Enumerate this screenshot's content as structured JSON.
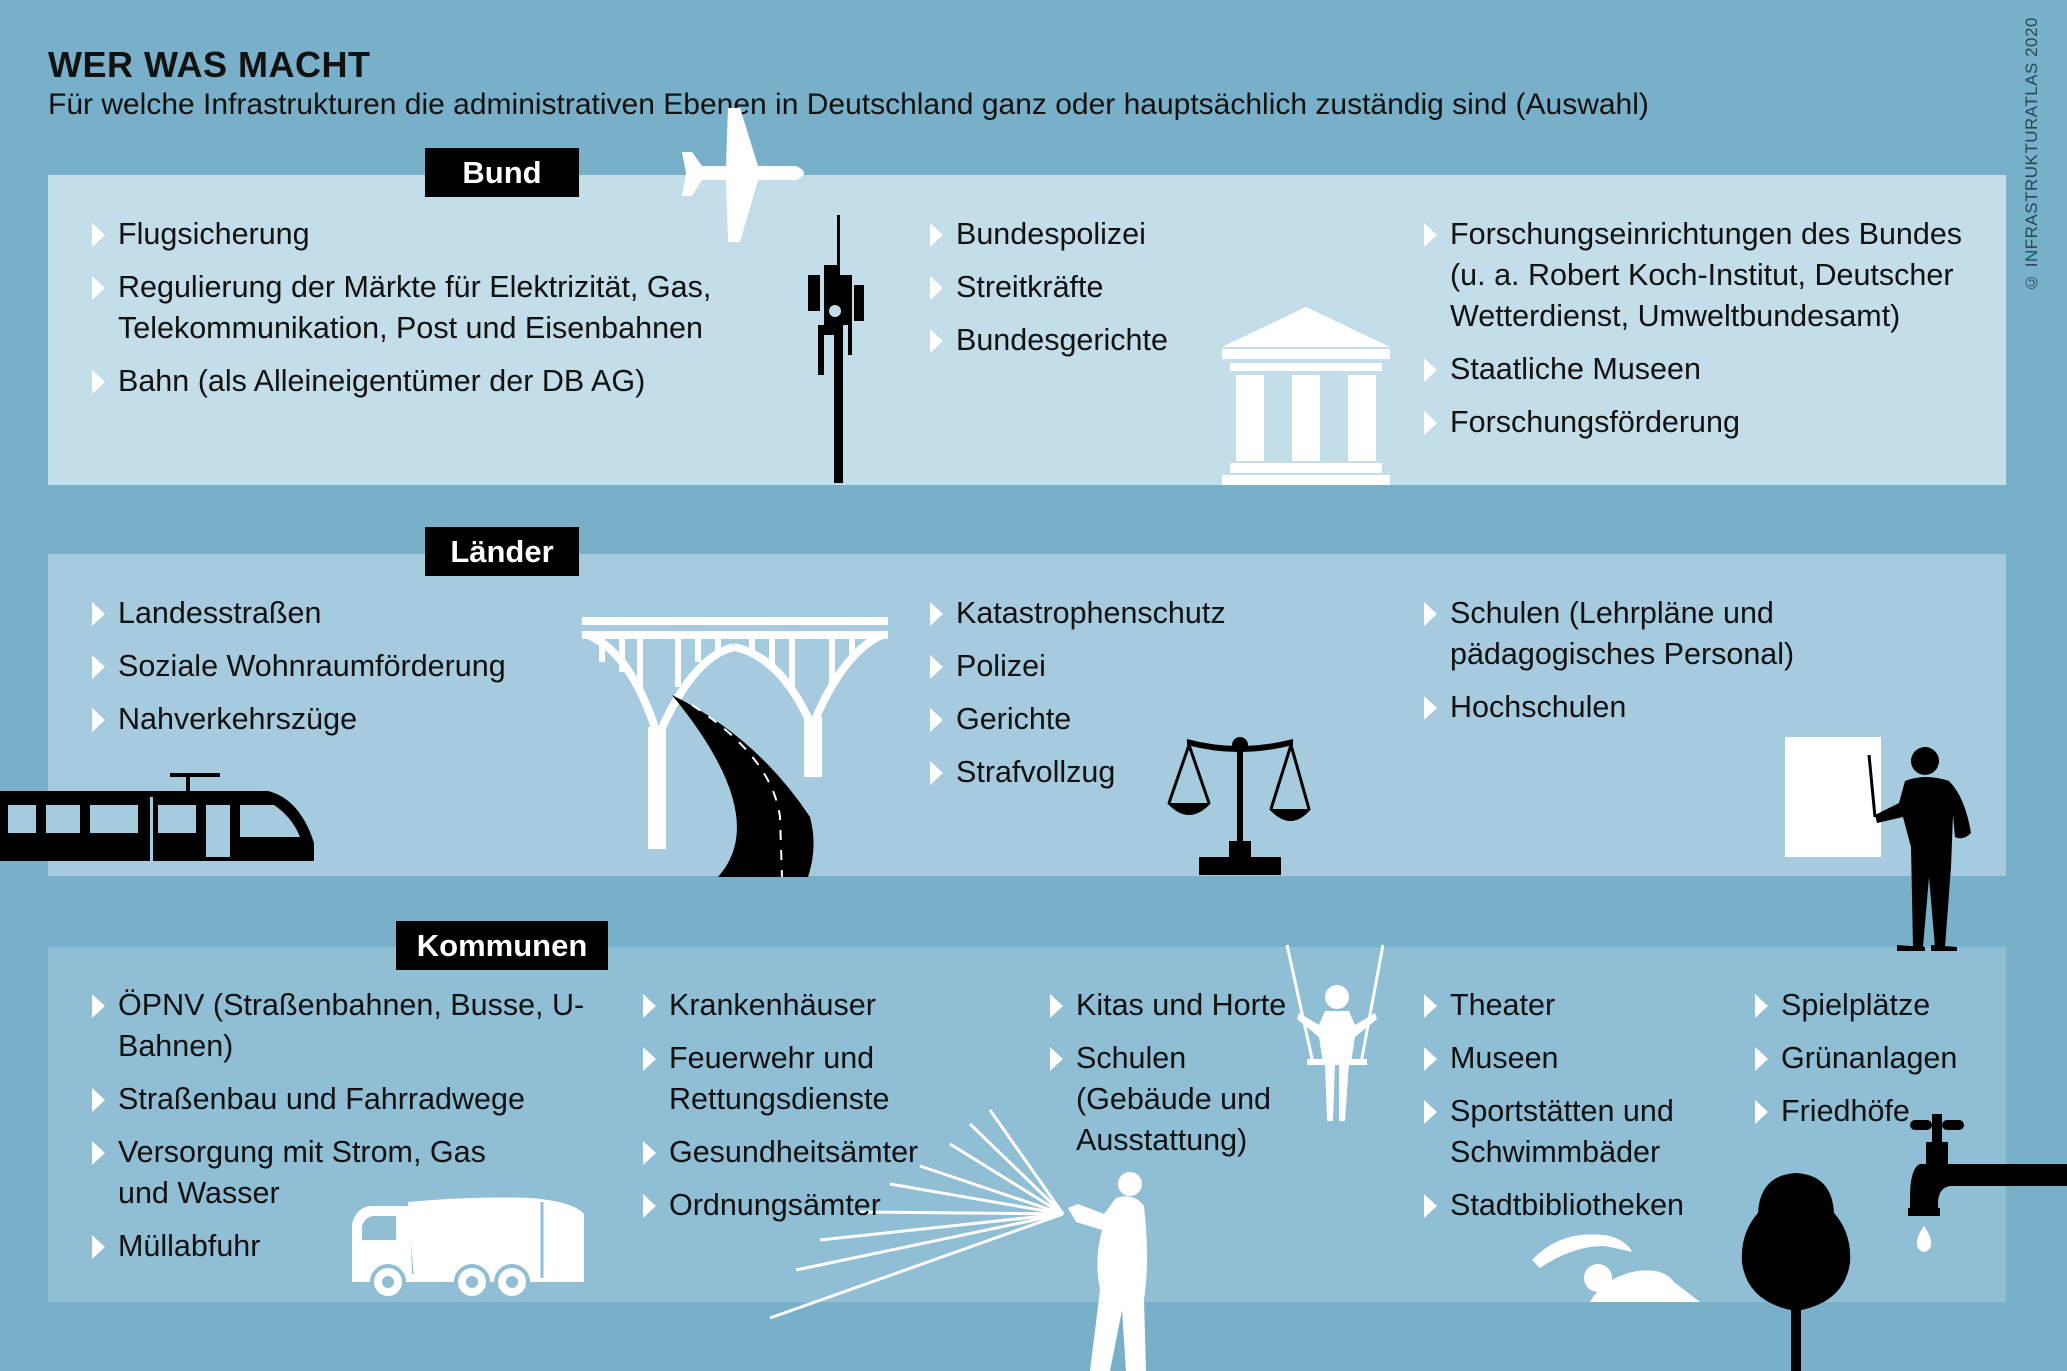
{
  "header": {
    "title": "WER WAS MACHT",
    "subtitle": "Für welche Infrastrukturen die administrativen Ebenen in Deutschland ganz oder hauptsächlich zuständig sind (Auswahl)",
    "credit": "© INFRASTRUKTURATLAS 2020"
  },
  "colors": {
    "background": "#79b0c9",
    "bund_panel": "#c3dde9",
    "laender_panel": "#a6cbde",
    "kommunen_panel": "#8fbed5",
    "label": "#000000"
  },
  "bund": {
    "label": "Bund",
    "col1": [
      "Flugsicherung",
      "Regulierung der Märkte für Elektrizität, Gas, Telekommunikation, Post und Eisenbahnen",
      "Bahn (als Alleineigentümer der DB AG)"
    ],
    "col2": [
      "Bundespolizei",
      "Streitkräfte",
      "Bundesgerichte"
    ],
    "col3": [
      "Forschungseinrichtungen des Bundes (u. a. Robert Koch-Institut, Deutscher Wetterdienst, Umweltbundesamt)",
      "Staatliche Museen",
      "Forschungsförderung"
    ],
    "icons": [
      "airplane-icon",
      "antenna-mast-icon",
      "government-building-icon"
    ]
  },
  "laender": {
    "label": "Länder",
    "col1": [
      "Landesstraßen",
      "Soziale Wohnraumförderung",
      "Nahverkehrszüge"
    ],
    "col2": [
      "Katastrophenschutz",
      "Polizei",
      "Gerichte",
      "Strafvollzug"
    ],
    "col3": [
      "Schulen (Lehrpläne und pädagogisches Personal)",
      "Hochschulen"
    ],
    "icons": [
      "bridge-road-icon",
      "train-icon",
      "scales-icon",
      "teacher-icon"
    ]
  },
  "kommunen": {
    "label": "Kommunen",
    "col1": [
      "ÖPNV (Straßenbahnen, Busse, U-Bahnen)",
      "Straßenbau und Fahrradwege",
      "Versorgung mit Strom, Gas und Wasser",
      "Müllabfuhr"
    ],
    "col2": [
      "Krankenhäuser",
      "Feuerwehr und Rettungsdienste",
      "Gesundheitsämter",
      "Ordnungsämter"
    ],
    "col3": [
      "Kitas und Horte",
      "Schulen (Gebäude und Ausstattung)"
    ],
    "col4": [
      "Theater",
      "Museen",
      "Sportstätten und Schwimmbäder",
      "Stadtbibliotheken"
    ],
    "col5": [
      "Spielplätze",
      "Grünanlagen",
      "Friedhöfe"
    ],
    "icons": [
      "garbage-truck-icon",
      "firefighter-icon",
      "swing-child-icon",
      "swimmer-icon",
      "tree-icon",
      "water-tap-icon"
    ]
  }
}
